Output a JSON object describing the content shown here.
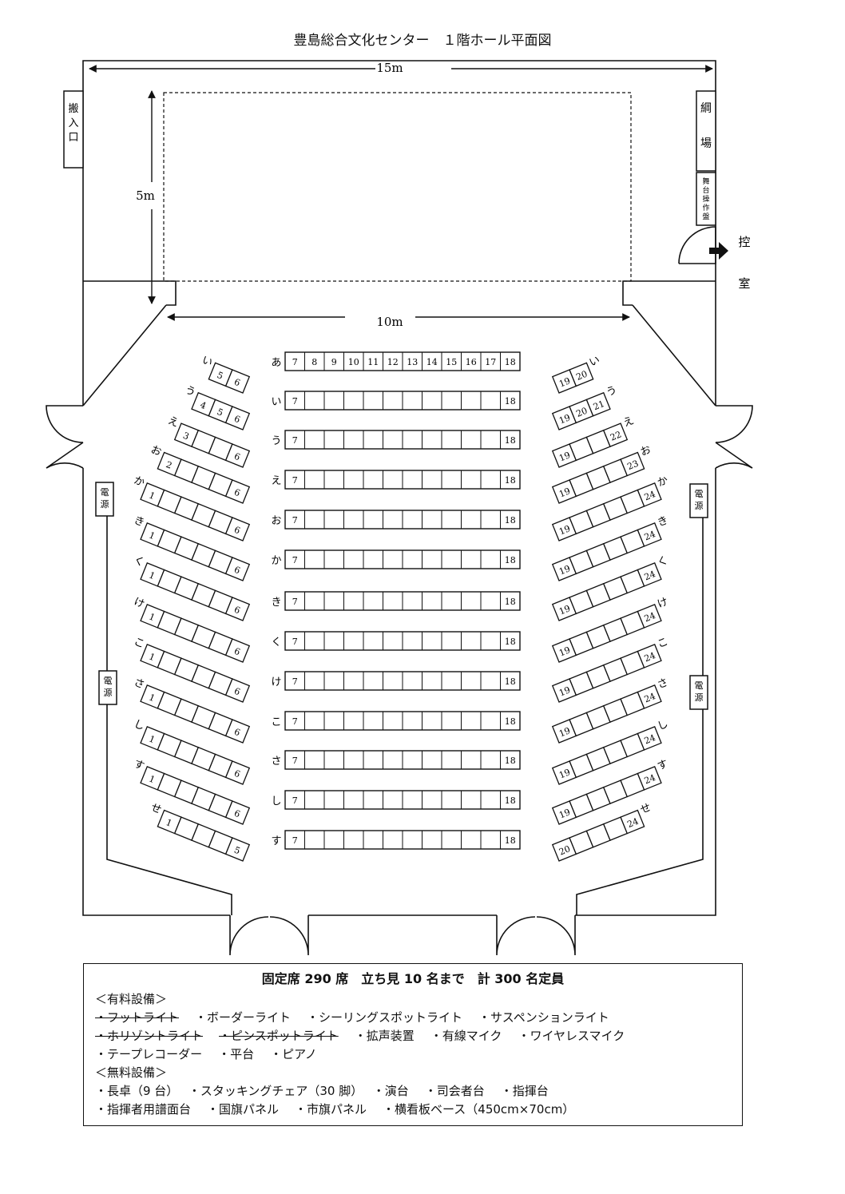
{
  "title": "豊島総合文化センター　１階ホール平面図",
  "dimensions": {
    "stage_width": "15m",
    "stage_depth": "5m",
    "front_width": "10m"
  },
  "rooms": {
    "loading_door": "搬入口",
    "fly_loft": "綱　場",
    "stage_control": "舞台操作盤",
    "control_room": "控　室",
    "power": "電源"
  },
  "center_rows": [
    "あ",
    "い",
    "う",
    "え",
    "お",
    "か",
    "き",
    "く",
    "け",
    "こ",
    "さ",
    "し",
    "す"
  ],
  "center_first_row_seats": [
    "7",
    "8",
    "9",
    "10",
    "11",
    "12",
    "13",
    "14",
    "15",
    "16",
    "17",
    "18"
  ],
  "center_row_start": "7",
  "center_row_end": "18",
  "left_blocks": [
    {
      "row": "い",
      "first": "5",
      "last": "6",
      "count": 2
    },
    {
      "row": "う",
      "first": "4",
      "mid": "5",
      "last": "6",
      "count": 3
    },
    {
      "row": "え",
      "first": "3",
      "last": "6",
      "count": 4
    },
    {
      "row": "お",
      "first": "2",
      "last": "6",
      "count": 5
    },
    {
      "row": "か",
      "first": "1",
      "last": "6",
      "count": 6
    },
    {
      "row": "き",
      "first": "1",
      "last": "6",
      "count": 6
    },
    {
      "row": "く",
      "first": "1",
      "last": "6",
      "count": 6
    },
    {
      "row": "け",
      "first": "1",
      "last": "6",
      "count": 6
    },
    {
      "row": "こ",
      "first": "1",
      "last": "6",
      "count": 6
    },
    {
      "row": "さ",
      "first": "1",
      "last": "6",
      "count": 6
    },
    {
      "row": "し",
      "first": "1",
      "last": "6",
      "count": 6
    },
    {
      "row": "す",
      "first": "1",
      "last": "6",
      "count": 6
    },
    {
      "row": "せ",
      "first": "1",
      "last": "5",
      "count": 5
    }
  ],
  "right_blocks": [
    {
      "row": "い",
      "first": "19",
      "last": "20",
      "count": 2
    },
    {
      "row": "う",
      "first": "19",
      "mid": "20",
      "last": "21",
      "count": 3
    },
    {
      "row": "え",
      "first": "19",
      "last": "22",
      "count": 4
    },
    {
      "row": "お",
      "first": "19",
      "last": "23",
      "count": 5
    },
    {
      "row": "か",
      "first": "19",
      "last": "24",
      "count": 6
    },
    {
      "row": "き",
      "first": "19",
      "last": "24",
      "count": 6
    },
    {
      "row": "く",
      "first": "19",
      "last": "24",
      "count": 6
    },
    {
      "row": "け",
      "first": "19",
      "last": "24",
      "count": 6
    },
    {
      "row": "こ",
      "first": "19",
      "last": "24",
      "count": 6
    },
    {
      "row": "さ",
      "first": "19",
      "last": "24",
      "count": 6
    },
    {
      "row": "し",
      "first": "19",
      "last": "24",
      "count": 6
    },
    {
      "row": "す",
      "first": "19",
      "last": "24",
      "count": 6
    },
    {
      "row": "せ",
      "first": "20",
      "last": "24",
      "count": 5
    }
  ],
  "legend": {
    "capacity": "固定席 290 席　立ち見 10 名まで　計 300 名定員",
    "paid_heading": "＜有料設備＞",
    "paid_line1": [
      {
        "text": "・フットライト",
        "struck": true
      },
      {
        "text": "・ボーダーライト",
        "struck": false
      },
      {
        "text": "・シーリングスポットライト",
        "struck": false
      },
      {
        "text": "・サスペンションライト",
        "struck": false
      }
    ],
    "paid_line2": [
      {
        "text": "・ホリゾントライト",
        "struck": true
      },
      {
        "text": "・ピンスポットライト",
        "struck": true
      },
      {
        "text": "・拡声装置",
        "struck": false
      },
      {
        "text": "・有線マイク",
        "struck": false
      },
      {
        "text": "・ワイヤレスマイク",
        "struck": false
      }
    ],
    "paid_line3": [
      {
        "text": "・テープレコーダー",
        "struck": false
      },
      {
        "text": "・平台",
        "struck": false
      },
      {
        "text": "・ピアノ",
        "struck": false
      }
    ],
    "free_heading": "＜無料設備＞",
    "free_line1": [
      {
        "text": "・長卓（9 台）",
        "struck": false
      },
      {
        "text": "・スタッキングチェア（30 脚）",
        "struck": false
      },
      {
        "text": "・演台",
        "struck": false
      },
      {
        "text": "・司会者台",
        "struck": false
      },
      {
        "text": "・指揮台",
        "struck": false
      }
    ],
    "free_line2": [
      {
        "text": "・指揮者用譜面台",
        "struck": false
      },
      {
        "text": "・国旗パネル",
        "struck": false
      },
      {
        "text": "・市旗パネル",
        "struck": false
      },
      {
        "text": "・横看板ベース（450cm×70cm）",
        "struck": false
      }
    ]
  }
}
